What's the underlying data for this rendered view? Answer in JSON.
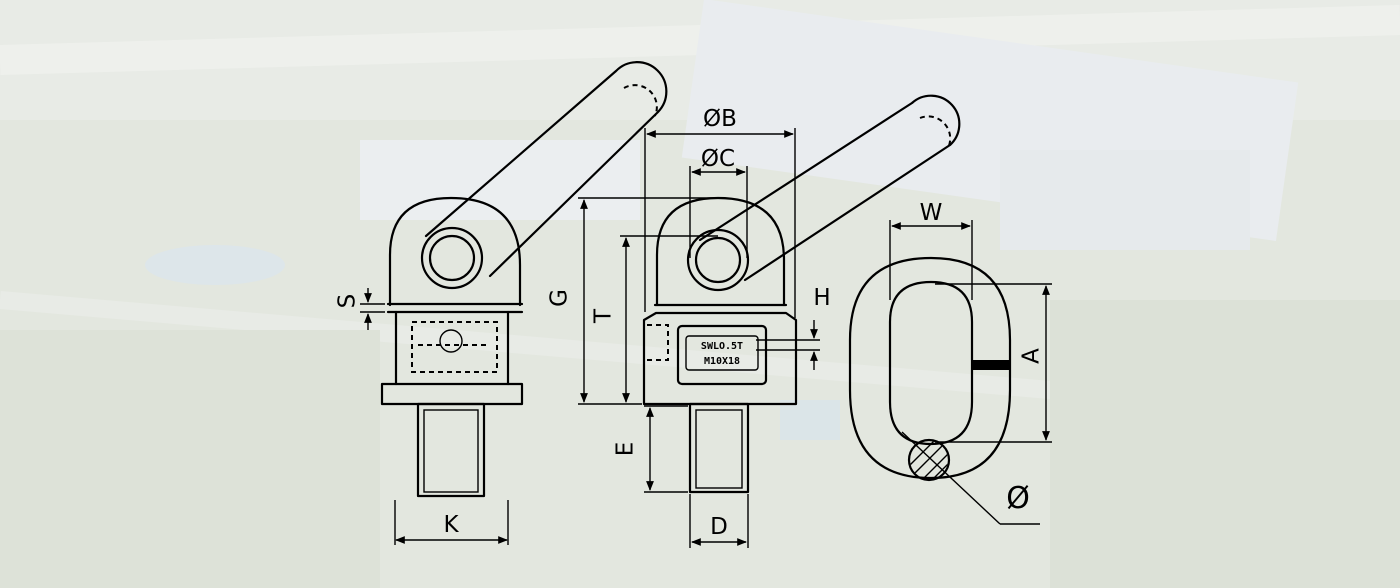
{
  "labels": {
    "dim_b": "ØB",
    "dim_c": "ØC",
    "dim_g": "G",
    "dim_t": "T",
    "dim_s": "S",
    "dim_h": "H",
    "dim_e": "E",
    "dim_k": "K",
    "dim_d": "D",
    "dim_w": "W",
    "dim_a": "A",
    "dim_phi": "Ø"
  },
  "nameplate": {
    "line1": "SWLO.5T",
    "line2": "M10X18"
  },
  "colors": {
    "background": "#dfe4dc",
    "line": "#000000"
  }
}
